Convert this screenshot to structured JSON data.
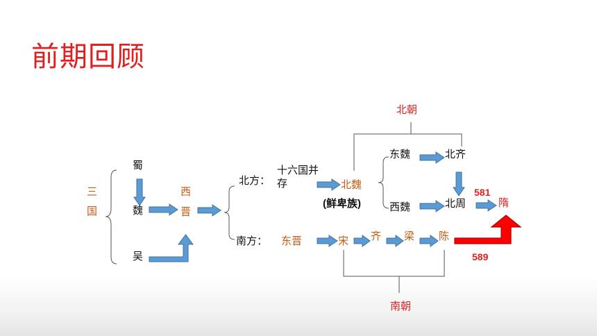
{
  "title": "前期回顾",
  "three_kingdoms": {
    "label_1": "三",
    "label_2": "国",
    "shu": "蜀",
    "wei": "魏",
    "wu": "吴"
  },
  "western_jin": {
    "char_1": "西",
    "char_2": "晋"
  },
  "north": {
    "label": "北方：",
    "sixteen_kingdoms_line_1": "十六国并",
    "sixteen_kingdoms_line_2": "存",
    "northern_wei": "北魏",
    "ethnicity": "(鲜卑族)",
    "eastern_wei": "东魏",
    "western_wei": "西魏",
    "northern_qi": "北齐",
    "northern_zhou": "北周",
    "dynasty_group": "北朝"
  },
  "south": {
    "label": "南方：",
    "eastern_jin": "东晋",
    "song": "宋",
    "qi": "齐",
    "liang": "梁",
    "chen": "陈",
    "dynasty_group": "南朝"
  },
  "sui": {
    "name": "隋",
    "north_year": "581",
    "south_year": "589"
  },
  "colors": {
    "title": "#e02020",
    "dynasty_text": "#c55a11",
    "highlight": "#e02020",
    "arrow_fill": "#5b9bd5",
    "arrow_border": "#41719c",
    "sui_arrow": "#ff0000"
  }
}
